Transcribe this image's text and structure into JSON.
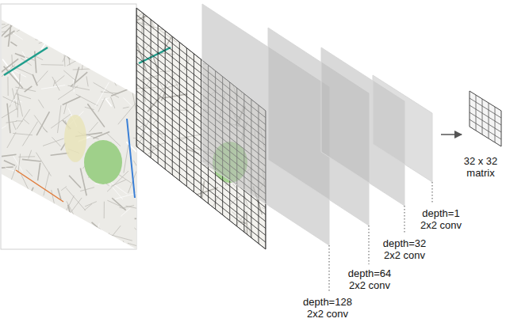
{
  "diagram": {
    "labels": [
      "depth=128 2x2 conv",
      "depth=64 2x2 conv",
      "depth=32 2x2 conv",
      "depth=1 2x2 conv",
      "32 x 32 matrix"
    ]
  }
}
